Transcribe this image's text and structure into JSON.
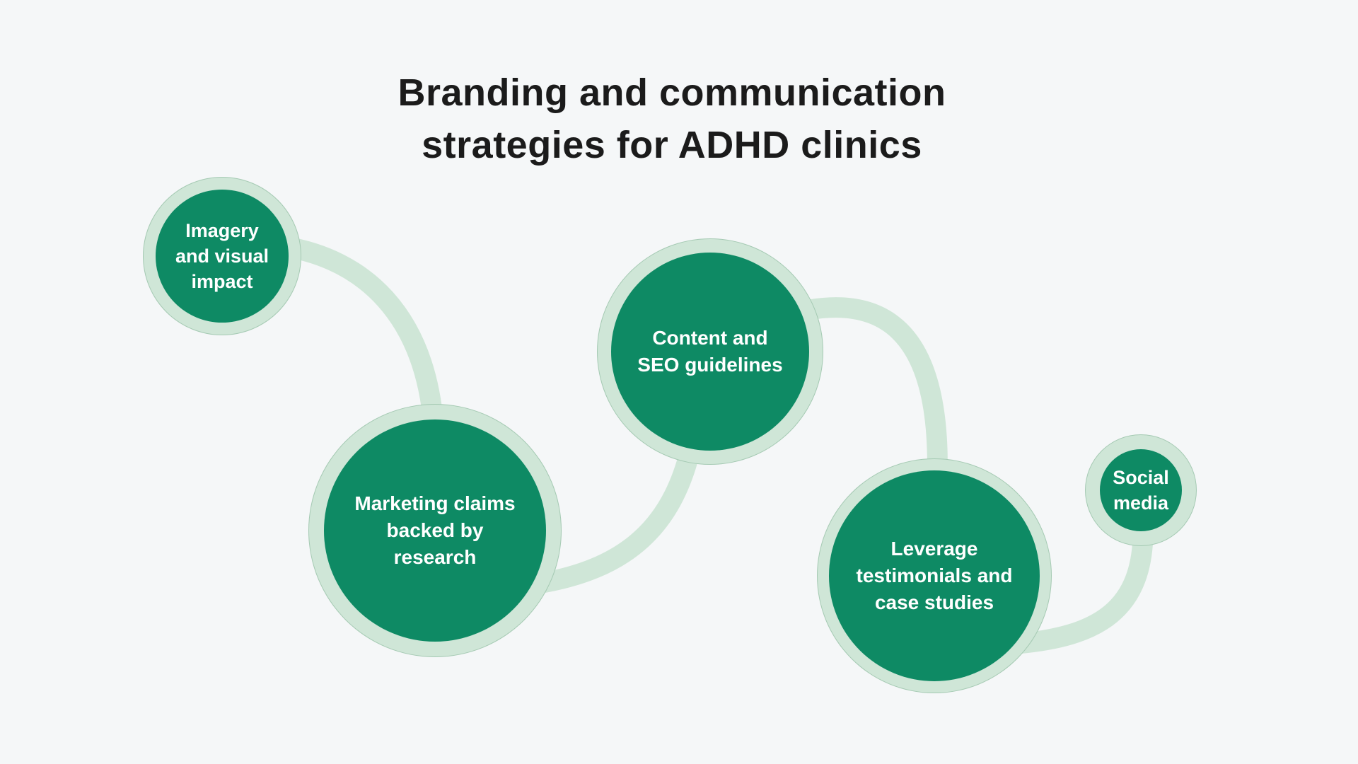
{
  "title": {
    "line1": "Branding and communication",
    "line2": "strategies for ADHD clinics"
  },
  "diagram": {
    "nodes": [
      {
        "id": "imagery-and-visual-impact",
        "label": "Imagery\nand visual\nimpact"
      },
      {
        "id": "marketing-claims-backed-research",
        "label": "Marketing claims\nbacked by\nresearch"
      },
      {
        "id": "content-and-seo-guidelines",
        "label": "Content and\nSEO guidelines"
      },
      {
        "id": "leverage-testimonials-case-studies",
        "label": "Leverage\ntestimonials and\ncase studies"
      },
      {
        "id": "social-media",
        "label": "Social\nmedia"
      }
    ],
    "connections": [
      {
        "from": "imagery-and-visual-impact",
        "to": "marketing-claims-backed-research"
      },
      {
        "from": "marketing-claims-backed-research",
        "to": "content-and-seo-guidelines"
      },
      {
        "from": "content-and-seo-guidelines",
        "to": "leverage-testimonials-case-studies"
      },
      {
        "from": "leverage-testimonials-case-studies",
        "to": "social-media"
      }
    ]
  },
  "colors": {
    "background": "#f5f7f8",
    "node_fill": "#0e8a64",
    "node_ring": "#cfe6d7",
    "connector": "#cfe6d7",
    "node_text": "#ffffff",
    "title_text": "#1b1b1b"
  }
}
